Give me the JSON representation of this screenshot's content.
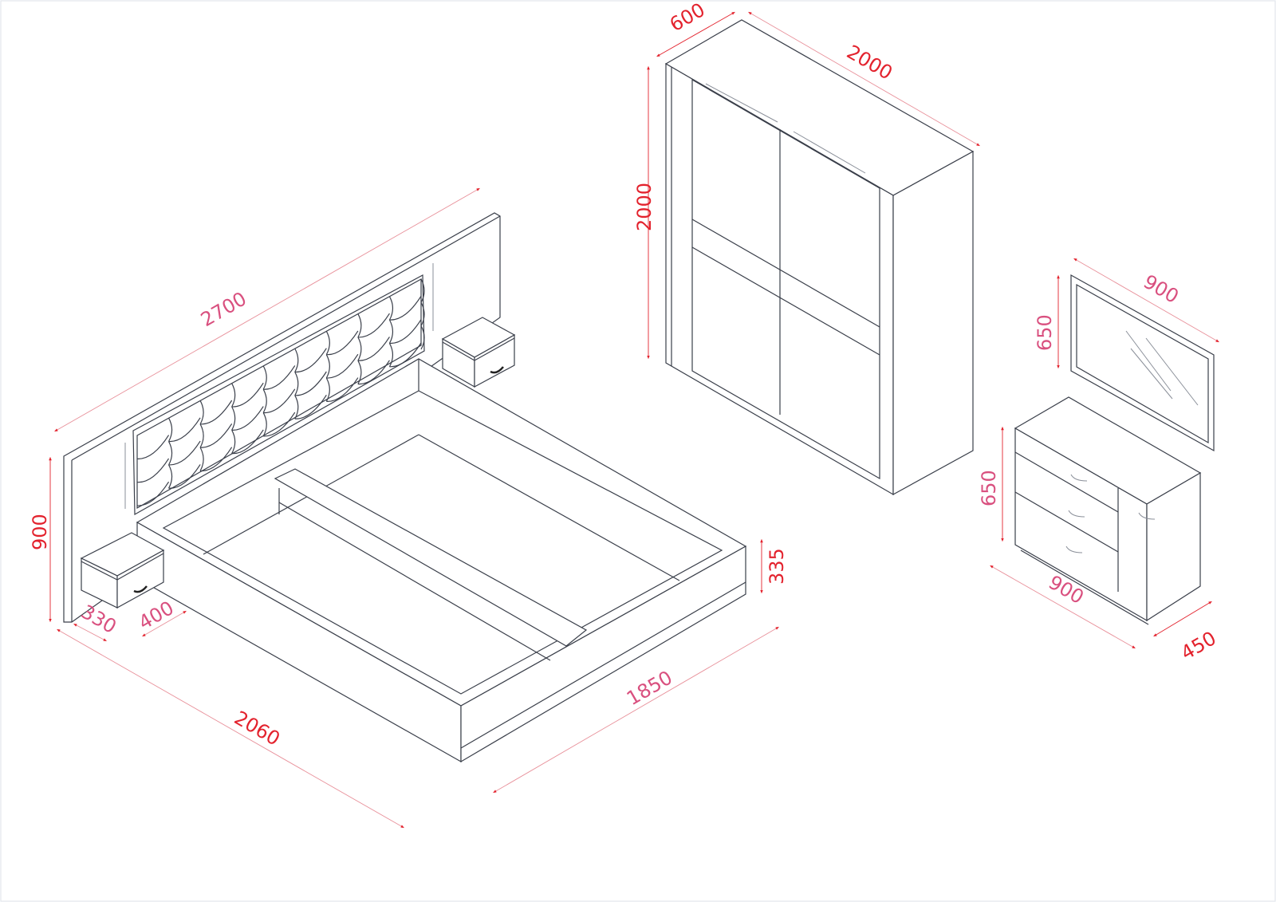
{
  "colors": {
    "dimension_red": "#e3222d",
    "dimension_pink": "#d9507f",
    "line": "#3a3f4a"
  },
  "bed": {
    "headboard_width": "2700",
    "headboard_height": "900",
    "nightstand_depth": "330",
    "nightstand_width": "400",
    "length": "2060",
    "width": "1850",
    "frame_height": "335"
  },
  "wardrobe": {
    "depth": "600",
    "width": "2000",
    "height": "2000"
  },
  "mirror": {
    "width": "900",
    "height": "650"
  },
  "dresser": {
    "height": "650",
    "width": "900",
    "depth": "450"
  }
}
